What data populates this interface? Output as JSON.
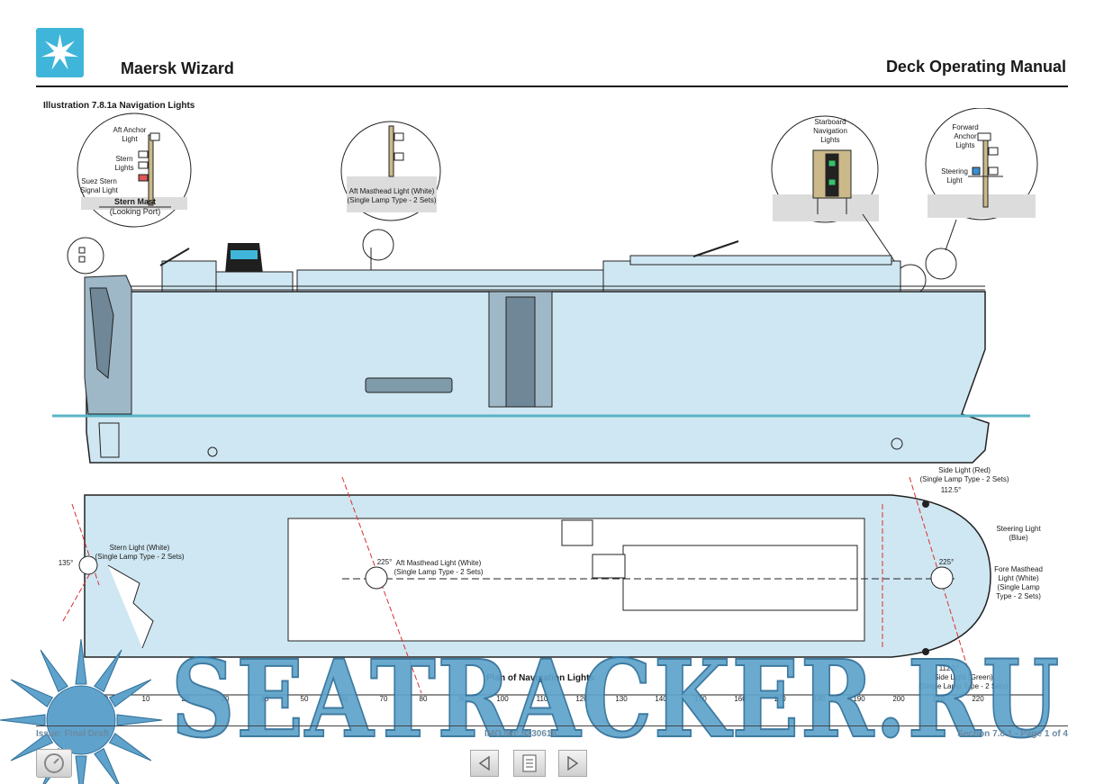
{
  "header": {
    "app_name": "Maersk Wizard",
    "manual_title": "Deck Operating Manual",
    "logo": "maersk-star-icon",
    "brand_color": "#3fb6d9"
  },
  "illustration": {
    "caption": "Illustration 7.8.1a Navigation Lights",
    "stern_mast": {
      "aft_anchor": "Aft Anchor\nLight",
      "stern_lights": "Stern\nLights",
      "suez": "Suez Stern\nSignal Light",
      "title": "Stern Mast",
      "subtitle": "(Looking Port)"
    },
    "aft_masthead": "Aft Masthead Light (White)\n(Single Lamp Type - 2 Sets)",
    "starboard": "Starboard\nNavigation\nLights",
    "forward": {
      "anchor": "Forward\nAnchor\nLights",
      "steering": "Steering\nLight"
    }
  },
  "plan": {
    "title": "Plan of Navigation Lights",
    "labels": {
      "side_red": "Side Light (Red)\n(Single Lamp Type - 2 Sets)",
      "side_red_angle": "112.5°",
      "stern_light": "Stern Light (White)\n(Single Lamp Type - 2 Sets)",
      "stern_angle": "135°",
      "aft_angle": "225°",
      "aft_masthead": "Aft Masthead Light (White)\n(Single Lamp Type - 2 Sets)",
      "fore_angle": "225°",
      "steering": "Steering Light\n(Blue)",
      "fore_masthead": "Fore Masthead\nLight (White)\n(Single Lamp\nType - 2 Sets)",
      "side_green_angle": "112.5°",
      "side_green": "Side Light (Green)\n(Single Lamp Type - 2 Sets)"
    },
    "scale": [
      "0",
      "10",
      "20",
      "30",
      "40",
      "50",
      "60",
      "70",
      "80",
      "90",
      "100",
      "110",
      "120",
      "130",
      "140",
      "150",
      "160",
      "170",
      "180",
      "190",
      "200",
      "210",
      "220"
    ]
  },
  "footer": {
    "issue": "Issue: Final Draft",
    "imo": "IMO No: 9330616",
    "section": "Section 7.8.1  -  Page 1 of 4"
  },
  "nav": {
    "prev": "chevron-left-icon",
    "contents": "document-icon",
    "next": "chevron-right-icon"
  },
  "watermark": "SEATRACKER.RU",
  "colors": {
    "hull": "#cfe7f2",
    "waterline": "#5ab4c6",
    "red_dash": "#d83030",
    "watermark": "#5fa3cc"
  }
}
